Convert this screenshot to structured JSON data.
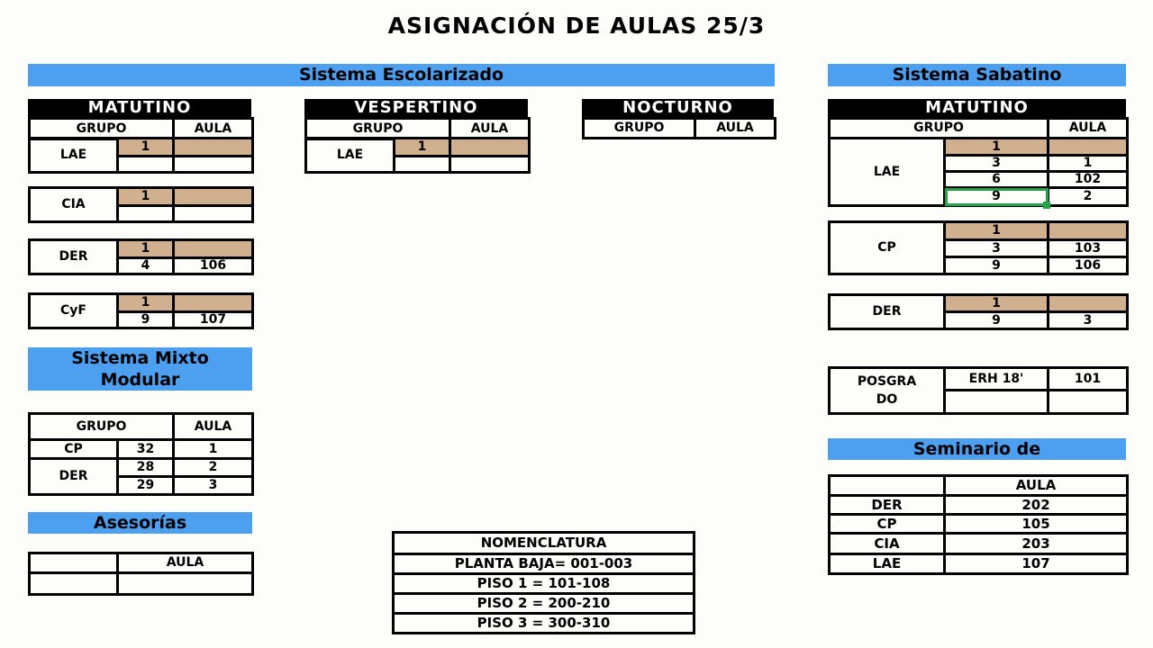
{
  "title": "ASIGNACIÓN DE AULAS 25/3",
  "escolarizado": {
    "band": "Sistema Escolarizado",
    "matutino": {
      "header": "MATUTINO",
      "col_grupo": "GRUPO",
      "col_aula": "AULA",
      "blocks": [
        {
          "label": "LAE",
          "rows": [
            {
              "grupo": "1",
              "aula": ""
            },
            {
              "grupo": "",
              "aula": ""
            }
          ]
        },
        {
          "label": "CIA",
          "rows": [
            {
              "grupo": "1",
              "aula": ""
            },
            {
              "grupo": "",
              "aula": ""
            }
          ]
        },
        {
          "label": "DER",
          "rows": [
            {
              "grupo": "1",
              "aula": ""
            },
            {
              "grupo": "4",
              "aula": "106"
            }
          ]
        },
        {
          "label": "CyF",
          "rows": [
            {
              "grupo": "1",
              "aula": ""
            },
            {
              "grupo": "9",
              "aula": "107"
            }
          ]
        }
      ]
    },
    "vespertino": {
      "header": "VESPERTINO",
      "col_grupo": "GRUPO",
      "col_aula": "AULA",
      "blocks": [
        {
          "label": "LAE",
          "rows": [
            {
              "grupo": "1",
              "aula": ""
            },
            {
              "grupo": "",
              "aula": ""
            }
          ]
        }
      ]
    },
    "nocturno": {
      "header": "NOCTURNO",
      "col_grupo": "GRUPO",
      "col_aula": "AULA"
    }
  },
  "mixto": {
    "band_line1": "Sistema Mixto",
    "band_line2": "Modular",
    "col_grupo": "GRUPO",
    "col_aula": "AULA",
    "rows": [
      {
        "label": "CP",
        "grupo": "32",
        "aula": "1"
      },
      {
        "label": "DER",
        "grupo": "28",
        "aula": "2"
      },
      {
        "label": "",
        "grupo": "29",
        "aula": "3"
      }
    ]
  },
  "asesorias": {
    "band": "Asesorías",
    "col_aula": "AULA"
  },
  "nomenclatura": {
    "header": "NOMENCLATURA",
    "lines": [
      "PLANTA BAJA= 001-003",
      "PISO 1 = 101-108",
      "PISO 2 = 200-210",
      "PISO 3 = 300-310"
    ]
  },
  "sabatino": {
    "band": "Sistema Sabatino",
    "matutino": {
      "header": "MATUTINO",
      "col_grupo": "GRUPO",
      "col_aula": "AULA",
      "lae": {
        "label": "LAE",
        "rows": [
          {
            "grupo": "1",
            "aula": ""
          },
          {
            "grupo": "3",
            "aula": "1"
          },
          {
            "grupo": "6",
            "aula": "102"
          },
          {
            "grupo": "9",
            "aula": "2"
          }
        ]
      },
      "cp": {
        "label": "CP",
        "rows": [
          {
            "grupo": "1",
            "aula": ""
          },
          {
            "grupo": "3",
            "aula": "103"
          },
          {
            "grupo": "9",
            "aula": "106"
          }
        ]
      },
      "der": {
        "label": "DER",
        "rows": [
          {
            "grupo": "1",
            "aula": ""
          },
          {
            "grupo": "9",
            "aula": "3"
          }
        ]
      }
    },
    "posgrado": {
      "label_line1": "POSGRA",
      "label_line2": "DO",
      "grupo": "ERH 18'",
      "aula": "101"
    }
  },
  "seminario": {
    "band": "Seminario de",
    "col_aula": "AULA",
    "rows": [
      {
        "label": "DER",
        "aula": "202"
      },
      {
        "label": "CP",
        "aula": "105"
      },
      {
        "label": "CIA",
        "aula": "203"
      },
      {
        "label": "LAE",
        "aula": "107"
      }
    ]
  },
  "colors": {
    "band": "#4da0ef",
    "tan": "#d0b08e",
    "selection": "#22a34a"
  }
}
